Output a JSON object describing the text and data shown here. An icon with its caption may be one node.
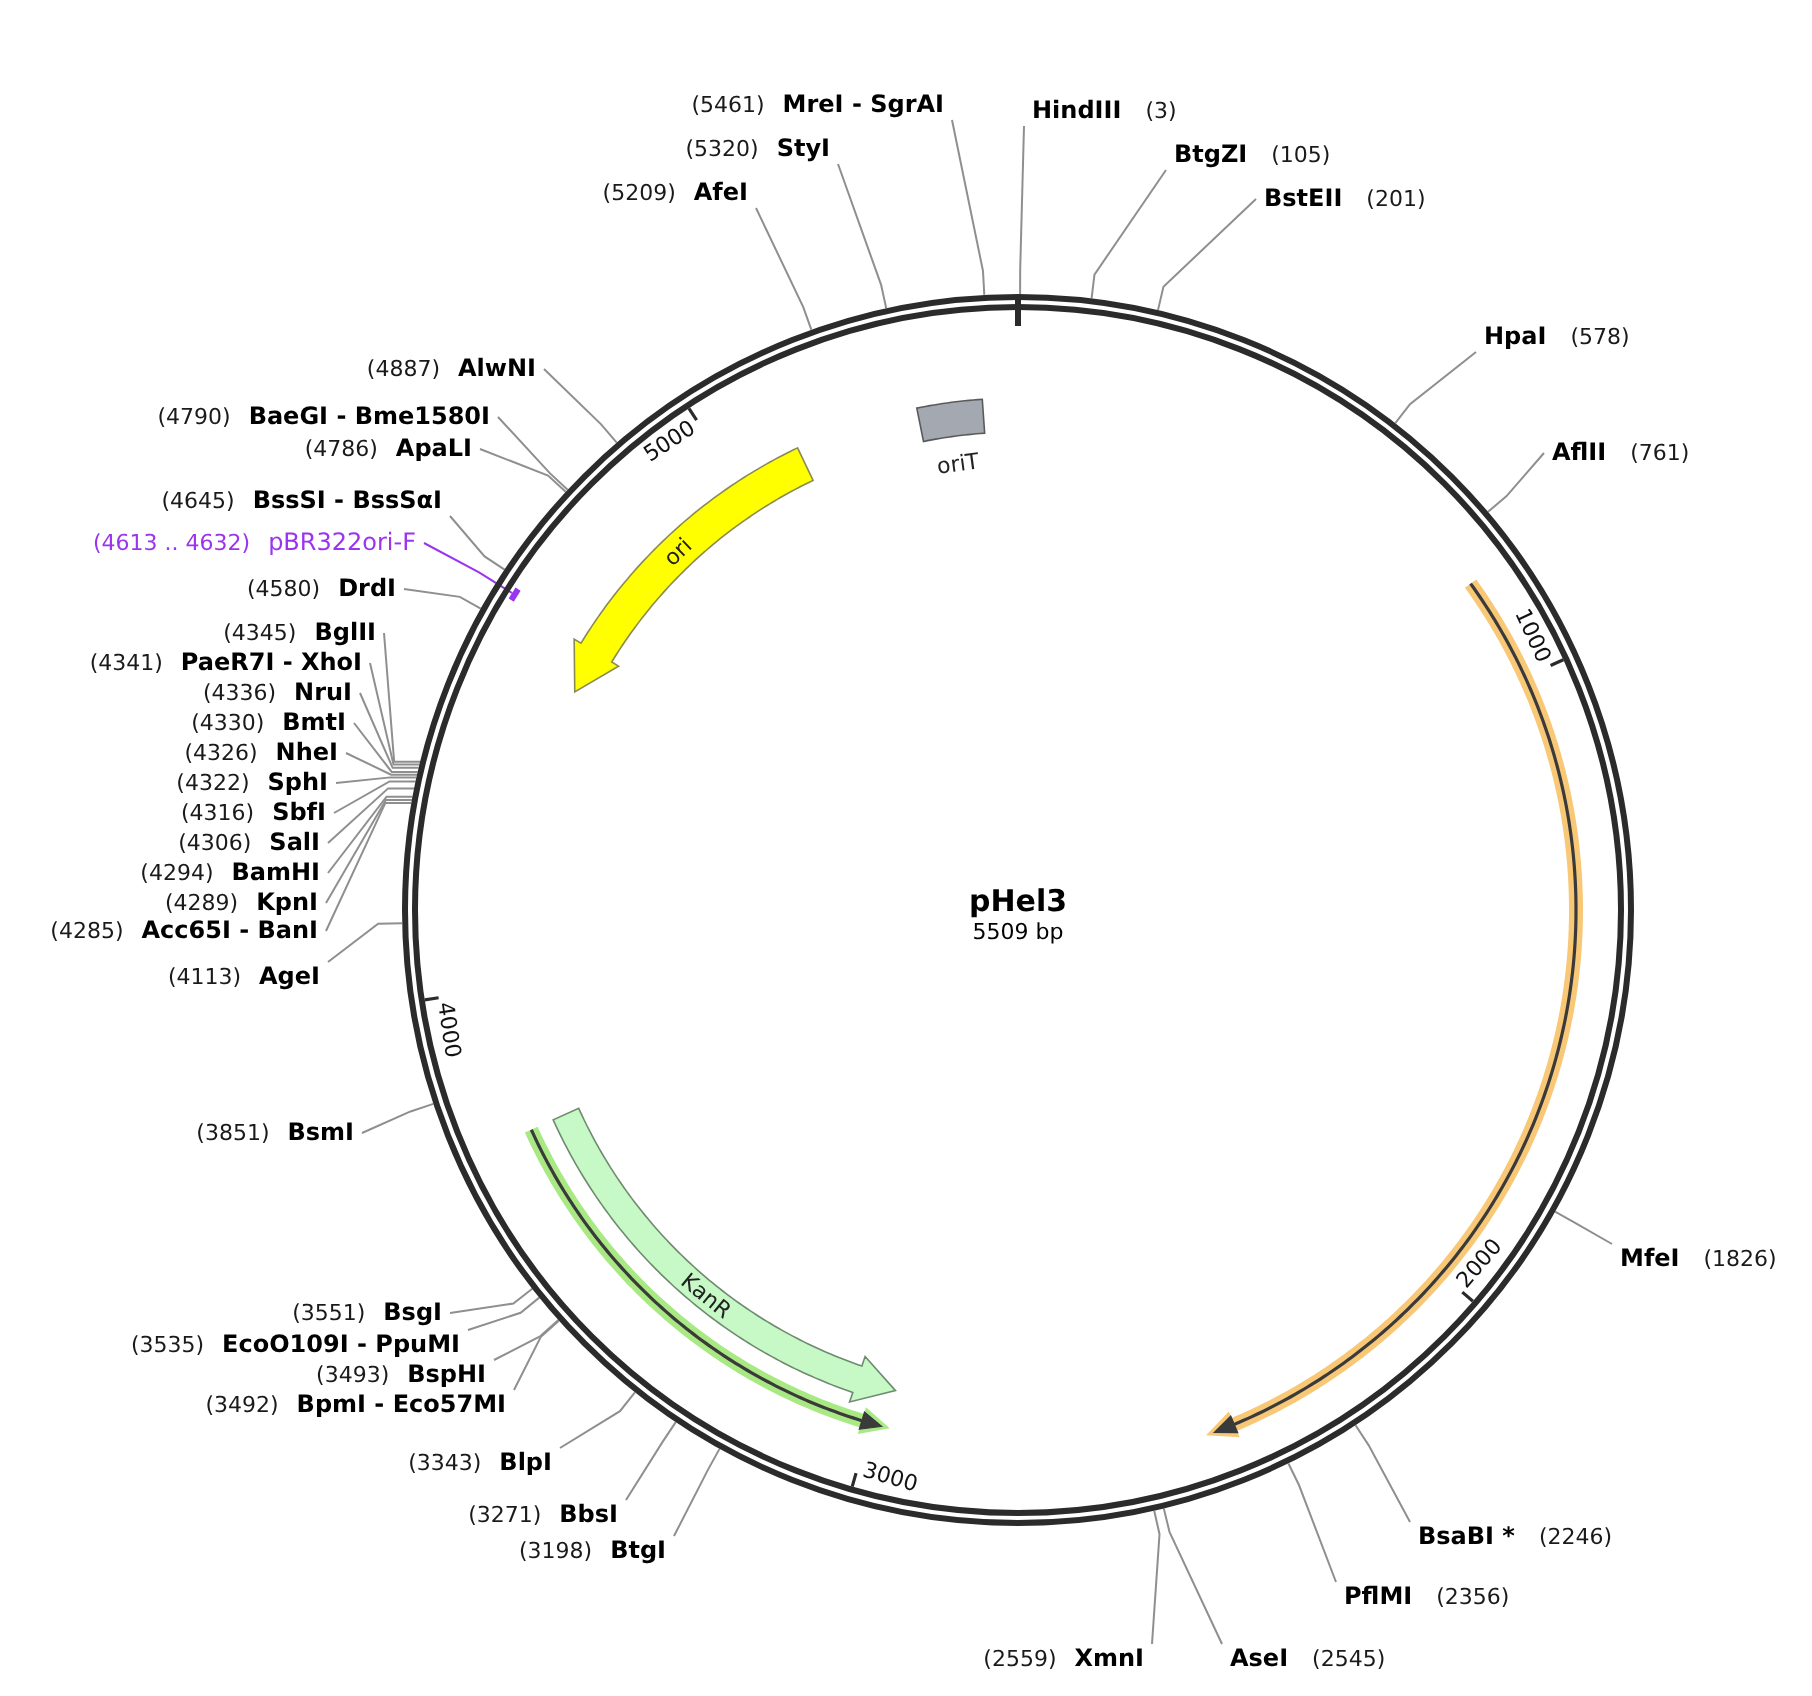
{
  "diagram": {
    "nodes": [
      {
        "text": [
          "pHel3",
          "5509 bp"
        ]
      },
      {
        "text": [
          "oriT"
        ],
        "in": 0
      },
      {
        "text": [
          "ori"
        ],
        "in": 0
      },
      {
        "text": [],
        "shape": "arrow",
        "in": 0
      },
      {
        "text": [
          "KanR"
        ],
        "in": 0
      },
      {
        "text": [],
        "shape": "arrow",
        "in": 0
      },
      {
        "text": [],
        "shape": "bar",
        "in": 0
      },
      {
        "text": [
          "HindIII",
          "(3)"
        ]
      },
      {
        "text": [
          "BtgZI",
          "(105)"
        ]
      },
      {
        "text": [
          "BstEII",
          "(201)"
        ]
      },
      {
        "text": [
          "HpaI",
          "(578)"
        ]
      },
      {
        "text": [
          "AflII",
          "(761)"
        ]
      },
      {
        "text": [
          "MfeI",
          "(1826)"
        ]
      },
      {
        "text": [
          "BsaBI *",
          "(2246)"
        ]
      },
      {
        "text": [
          "PflMI",
          "(2356)"
        ]
      },
      {
        "text": [
          "AseI",
          "(2545)"
        ]
      },
      {
        "text": [
          "(2559)",
          "XmnI"
        ]
      },
      {
        "text": [
          "(3198)",
          "BtgI"
        ]
      },
      {
        "text": [
          "(3271)",
          "BbsI"
        ]
      },
      {
        "text": [
          "(3343)",
          "BlpI"
        ]
      },
      {
        "text": [
          "(3492)",
          "BpmI - Eco57MI"
        ]
      },
      {
        "text": [
          "(3493)",
          "BspHI"
        ]
      },
      {
        "text": [
          "(3535)",
          "EcoO109I - PpuMI"
        ]
      },
      {
        "text": [
          "(3551)",
          "BsgI"
        ]
      },
      {
        "text": [
          "(3851)",
          "BsmI"
        ]
      },
      {
        "text": [
          "(4113)",
          "AgeI"
        ]
      },
      {
        "text": [
          "(4285)",
          "Acc65I - BanI"
        ]
      },
      {
        "text": [
          "(4289)",
          "KpnI"
        ]
      },
      {
        "text": [
          "(4294)",
          "BamHI"
        ]
      },
      {
        "text": [
          "(4306)",
          "SalI"
        ]
      },
      {
        "text": [
          "(4316)",
          "SbfI"
        ]
      },
      {
        "text": [
          "(4322)",
          "SphI"
        ]
      },
      {
        "text": [
          "(4326)",
          "NheI"
        ]
      },
      {
        "text": [
          "(4330)",
          "BmtI"
        ]
      },
      {
        "text": [
          "(4336)",
          "NruI"
        ]
      },
      {
        "text": [
          "(4341)",
          "PaeR7I - XhoI"
        ]
      },
      {
        "text": [
          "(4345)",
          "BglII"
        ]
      },
      {
        "text": [
          "(4580)",
          "DrdI"
        ]
      },
      {
        "text": [
          "(4613 .. 4632)",
          "pBR322ori-F"
        ]
      },
      {
        "text": [
          "(4645)",
          "BssSI - BssSαI"
        ]
      },
      {
        "text": [
          "(4786)",
          "ApaLI"
        ]
      },
      {
        "text": [
          "(4790)",
          "BaeGI - Bme1580I"
        ]
      },
      {
        "text": [
          "(4887)",
          "AlwNI"
        ]
      },
      {
        "text": [
          "(5209)",
          "AfeI"
        ]
      },
      {
        "text": [
          "(5320)",
          "StyI"
        ]
      },
      {
        "text": [
          "(5461)",
          "MreI - SgrAI"
        ]
      }
    ],
    "edges": [
      {
        "from": 7,
        "to": 0,
        "arrow": "none"
      },
      {
        "from": 8,
        "to": 0,
        "arrow": "none"
      },
      {
        "from": 9,
        "to": 0,
        "arrow": "none"
      },
      {
        "from": 10,
        "to": 0,
        "arrow": "none"
      },
      {
        "from": 11,
        "to": 0,
        "arrow": "none"
      },
      {
        "from": 12,
        "to": 0,
        "arrow": "none"
      },
      {
        "from": 13,
        "to": 0,
        "arrow": "none"
      },
      {
        "from": 14,
        "to": 0,
        "arrow": "none"
      },
      {
        "from": 15,
        "to": 0,
        "arrow": "none"
      },
      {
        "from": 16,
        "to": 0,
        "arrow": "none"
      },
      {
        "from": 17,
        "to": 0,
        "arrow": "none"
      },
      {
        "from": 18,
        "to": 0,
        "arrow": "none"
      },
      {
        "from": 19,
        "to": 0,
        "arrow": "none"
      },
      {
        "from": 20,
        "to": 0,
        "arrow": "none"
      },
      {
        "from": 21,
        "to": 0,
        "arrow": "none"
      },
      {
        "from": 22,
        "to": 0,
        "arrow": "none"
      },
      {
        "from": 23,
        "to": 0,
        "arrow": "none"
      },
      {
        "from": 24,
        "to": 0,
        "arrow": "none"
      },
      {
        "from": 25,
        "to": 0,
        "arrow": "none"
      },
      {
        "from": 26,
        "to": 0,
        "arrow": "none"
      },
      {
        "from": 27,
        "to": 0,
        "arrow": "none"
      },
      {
        "from": 28,
        "to": 0,
        "arrow": "none"
      },
      {
        "from": 29,
        "to": 0,
        "arrow": "none"
      },
      {
        "from": 30,
        "to": 0,
        "arrow": "none"
      },
      {
        "from": 31,
        "to": 0,
        "arrow": "none"
      },
      {
        "from": 32,
        "to": 0,
        "arrow": "none"
      },
      {
        "from": 33,
        "to": 0,
        "arrow": "none"
      },
      {
        "from": 34,
        "to": 0,
        "arrow": "none"
      },
      {
        "from": 35,
        "to": 0,
        "arrow": "none"
      },
      {
        "from": 36,
        "to": 0,
        "arrow": "none"
      },
      {
        "from": 37,
        "to": 0,
        "arrow": "none"
      },
      {
        "from": 38,
        "to": 6,
        "arrow": "none",
        "color": "#9b34ef"
      },
      {
        "from": 39,
        "to": 0,
        "arrow": "none"
      },
      {
        "from": 40,
        "to": 0,
        "arrow": "none"
      },
      {
        "from": 41,
        "to": 0,
        "arrow": "none"
      },
      {
        "from": 42,
        "to": 0,
        "arrow": "none"
      },
      {
        "from": 43,
        "to": 0,
        "arrow": "none"
      },
      {
        "from": 44,
        "to": 0,
        "arrow": "none"
      },
      {
        "from": 45,
        "to": 0,
        "arrow": "none"
      }
    ],
    "labels": [
      "1000",
      "2000",
      "3000",
      "4000",
      "5000"
    ]
  }
}
